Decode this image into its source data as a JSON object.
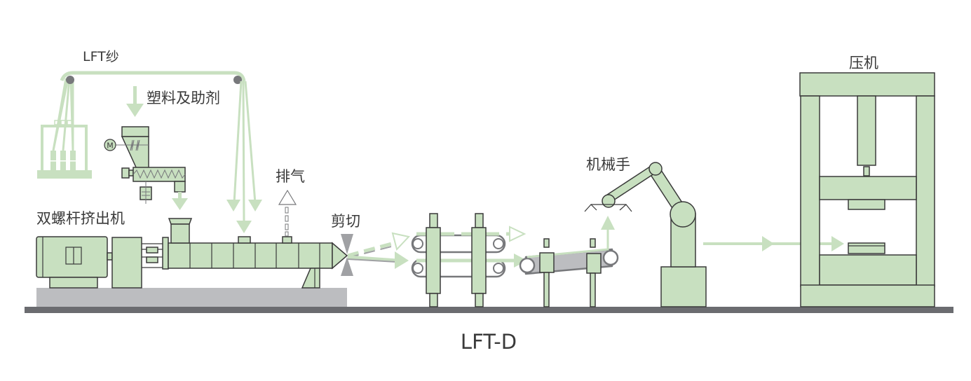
{
  "diagram": {
    "title": "LFT-D",
    "labels": {
      "fiber": "LFT纱",
      "additives": "塑料及助剂",
      "extruder": "双螺杆挤出机",
      "vent": "排气",
      "cutting": "剪切",
      "robot": "机械手",
      "press": "压机",
      "motor": "M"
    },
    "colors": {
      "equipment_fill": "#c8e0c0",
      "outline": "#3a3a3a",
      "floor": "#6b6c70",
      "platform": "#bcbdc0",
      "guide_roller": "#77787b",
      "text": "#3a3a3a"
    }
  }
}
